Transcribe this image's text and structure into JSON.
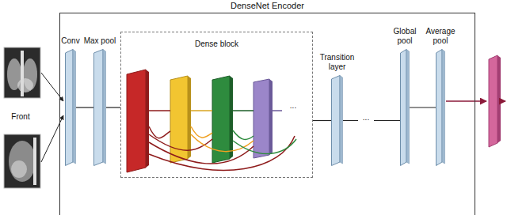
{
  "diagram": {
    "nodes": [
      {
        "text": [
          "DenseNet Encoder"
        ]
      },
      {
        "text": [
          "Conv"
        ],
        "in": 0
      },
      {
        "text": [
          "Max pool"
        ],
        "in": 0
      },
      {
        "text": [
          "Dense block"
        ],
        "in": 0
      },
      {
        "text": [
          "Transition layer"
        ],
        "in": 0
      },
      {
        "text": [
          "Global pool"
        ],
        "in": 0
      },
      {
        "text": [
          "Average pool"
        ],
        "in": 0
      }
    ],
    "edges": [
      {
        "from": 1,
        "to": 2,
        "arrow": "none"
      },
      {
        "from": 2,
        "to": 3,
        "arrow": "none"
      },
      {
        "from": 3,
        "to": 4,
        "arrow": "none"
      },
      {
        "from": 4,
        "to": 5,
        "arrow": "none"
      },
      {
        "from": 5,
        "to": 6,
        "arrow": "none"
      }
    ],
    "labels": [
      "Front",
      "...",
      "..."
    ]
  }
}
